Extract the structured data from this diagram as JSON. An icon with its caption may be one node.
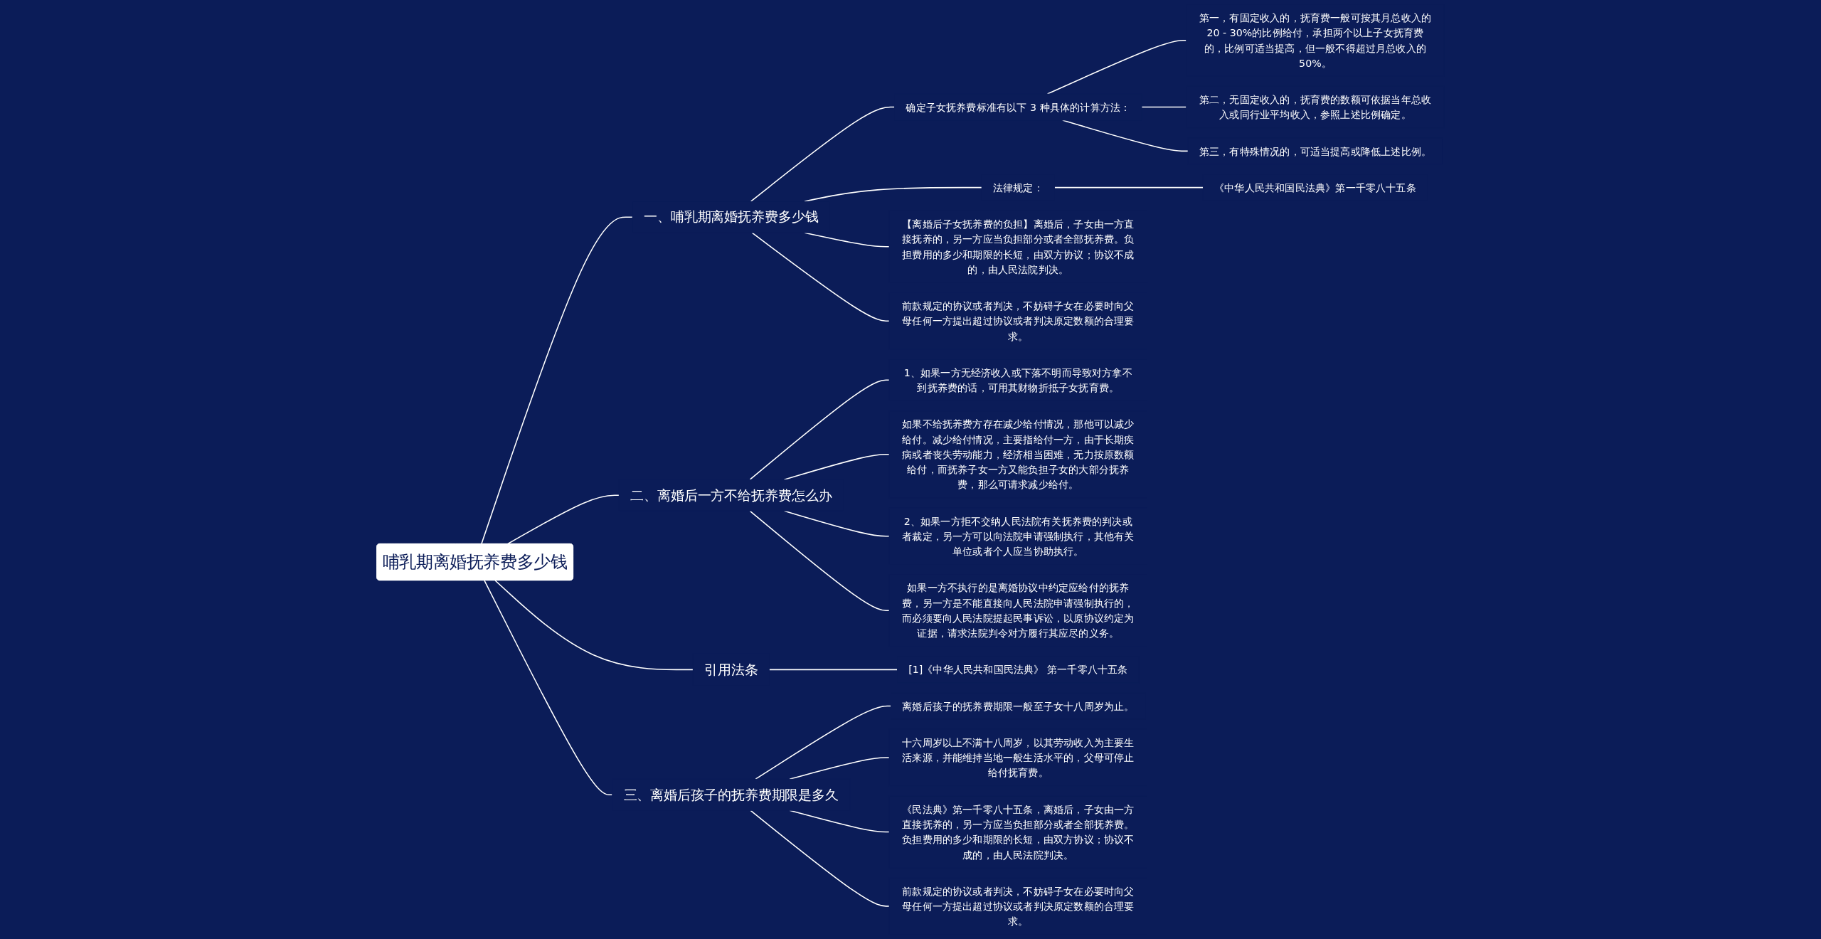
{
  "diagram": {
    "nodes": [
      {
        "text": [
          "哺乳期离婚抚养费多少钱"
        ]
      },
      {
        "text": [
          "一、哺乳期离婚抚养费多少钱"
        ]
      },
      {
        "text": [
          "确定子女抚养费标准有以下 3 种具体的计算方法："
        ]
      },
      {
        "text": [
          "第一，有固定收入的，抚育费一般可按其月总收入的20 - 30%的比例给付，承担两个以上子女抚育费的，比例可适当提高，但一般不得超过月总收入的50%。"
        ]
      },
      {
        "text": [
          "第二，无固定收入的，抚育费的数额可依据当年总收入或同行业平均收入，参照上述比例确定。"
        ]
      },
      {
        "text": [
          "第三，有特殊情况的，可适当提高或降低上述比例。"
        ]
      },
      {
        "text": [
          "法律规定："
        ]
      },
      {
        "text": [
          "《中华人民共和国民法典》第一千零八十五条"
        ]
      },
      {
        "text": [
          "【离婚后子女抚养费的负担】离婚后，子女由一方直接抚养的，另一方应当负担部分或者全部抚养费。负担费用的多少和期限的长短，由双方协议；协议不成的，由人民法院判决。"
        ]
      },
      {
        "text": [
          "前款规定的协议或者判决，不妨碍子女在必要时向父母任何一方提出超过协议或者判决原定数额的合理要求。"
        ]
      },
      {
        "text": [
          "二、离婚后一方不给抚养费怎么办"
        ]
      },
      {
        "text": [
          "1、如果一方无经济收入或下落不明而导致对方拿不到抚养费的话，可用其财物折抵子女抚育费。"
        ]
      },
      {
        "text": [
          "如果不给抚养费方存在减少给付情况，那他可以减少给付。减少给付情况，主要指给付一方，由于长期疾病或者丧失劳动能力，经济相当困难，无力按原数额给付，而抚养子女一方又能负担子女的大部分抚养费，那么可请求减少给付。"
        ]
      },
      {
        "text": [
          "2、如果一方拒不交纳人民法院有关抚养费的判决或者裁定，另一方可以向法院申请强制执行，其他有关单位或者个人应当协助执行。"
        ]
      },
      {
        "text": [
          "如果一方不执行的是离婚协议中约定应给付的抚养费，另一方是不能直接向人民法院申请强制执行的，而必须要向人民法院提起民事诉讼，以原协议约定为证据，请求法院判令对方履行其应尽的义务。"
        ]
      },
      {
        "text": [
          "引用法条"
        ]
      },
      {
        "text": [
          "[1]《中华人民共和国民法典》 第一千零八十五条"
        ]
      },
      {
        "text": [
          "三、离婚后孩子的抚养费期限是多久"
        ]
      },
      {
        "text": [
          "离婚后孩子的抚养费期限一般至子女十八周岁为止。"
        ]
      },
      {
        "text": [
          "十六周岁以上不满十八周岁，以其劳动收入为主要生活来源，并能维持当地一般生活水平的，父母可停止给付抚育费。"
        ]
      },
      {
        "text": [
          "《民法典》第一千零八十五条，离婚后，子女由一方直接抚养的，另一方应当负担部分或者全部抚养费。负担费用的多少和期限的长短，由双方协议；协议不成的，由人民法院判决。"
        ]
      },
      {
        "text": [
          "前款规定的协议或者判决，不妨碍子女在必要时向父母任何一方提出超过协议或者判决原定数额的合理要求。"
        ]
      }
    ],
    "edges": [
      {
        "from": 0,
        "to": 1,
        "arrow": "none"
      },
      {
        "from": 1,
        "to": 2,
        "arrow": "none"
      },
      {
        "from": 2,
        "to": 3,
        "arrow": "none"
      },
      {
        "from": 2,
        "to": 4,
        "arrow": "none"
      },
      {
        "from": 2,
        "to": 5,
        "arrow": "none"
      },
      {
        "from": 1,
        "to": 6,
        "arrow": "none"
      },
      {
        "from": 6,
        "to": 7,
        "arrow": "none"
      },
      {
        "from": 1,
        "to": 8,
        "arrow": "none"
      },
      {
        "from": 1,
        "to": 9,
        "arrow": "none"
      },
      {
        "from": 0,
        "to": 10,
        "arrow": "none"
      },
      {
        "from": 10,
        "to": 11,
        "arrow": "none"
      },
      {
        "from": 10,
        "to": 12,
        "arrow": "none"
      },
      {
        "from": 10,
        "to": 13,
        "arrow": "none"
      },
      {
        "from": 10,
        "to": 14,
        "arrow": "none"
      },
      {
        "from": 0,
        "to": 15,
        "arrow": "none"
      },
      {
        "from": 15,
        "to": 16,
        "arrow": "none"
      },
      {
        "from": 0,
        "to": 17,
        "arrow": "none"
      },
      {
        "from": 17,
        "to": 18,
        "arrow": "none"
      },
      {
        "from": 17,
        "to": 19,
        "arrow": "none"
      },
      {
        "from": 17,
        "to": 20,
        "arrow": "none"
      },
      {
        "from": 17,
        "to": 21,
        "arrow": "none"
      }
    ]
  }
}
